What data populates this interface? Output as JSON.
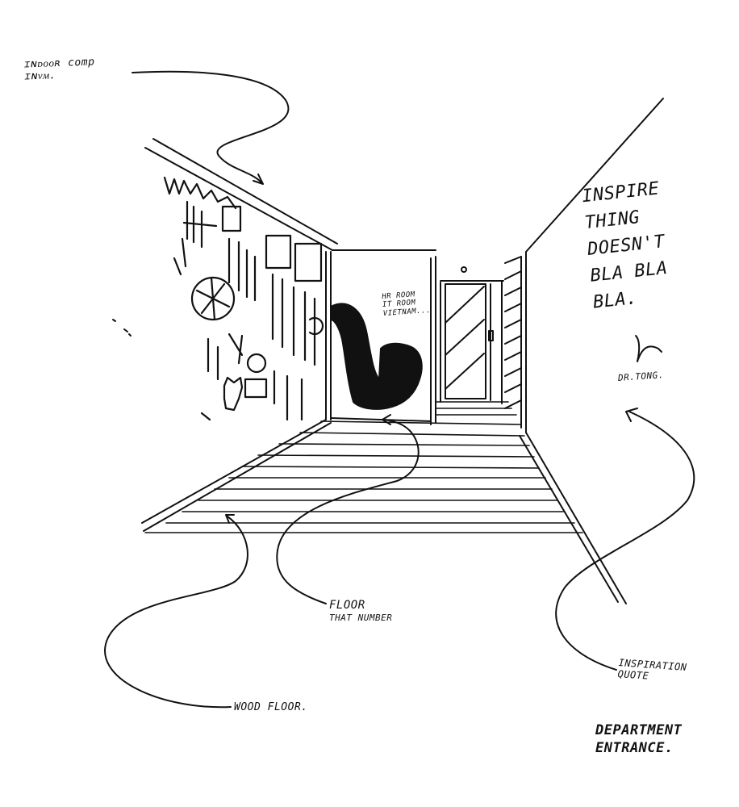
{
  "colors": {
    "ink": "#111111",
    "paper": "#ffffff"
  },
  "annotations": {
    "top_left": "ɪɴᴅᴏᴏʀ comp\nɪɴᴠᴍ.",
    "rooms": "HR ROOM\nIT ROOM\nVIETNAM...",
    "wall_text": "INSPIRE\nTHING\nDOESN'T\nBLA BLA\nBLA.",
    "signature": "DR.TONG.",
    "floor": "FLOOR",
    "floor_sub": "THAT NUMBER",
    "wood_floor": "WOOD FLOOR.",
    "inspiration": "INSPIRATION\nQUOTE",
    "department": "DEPARTMENT\nENTRANCE."
  }
}
